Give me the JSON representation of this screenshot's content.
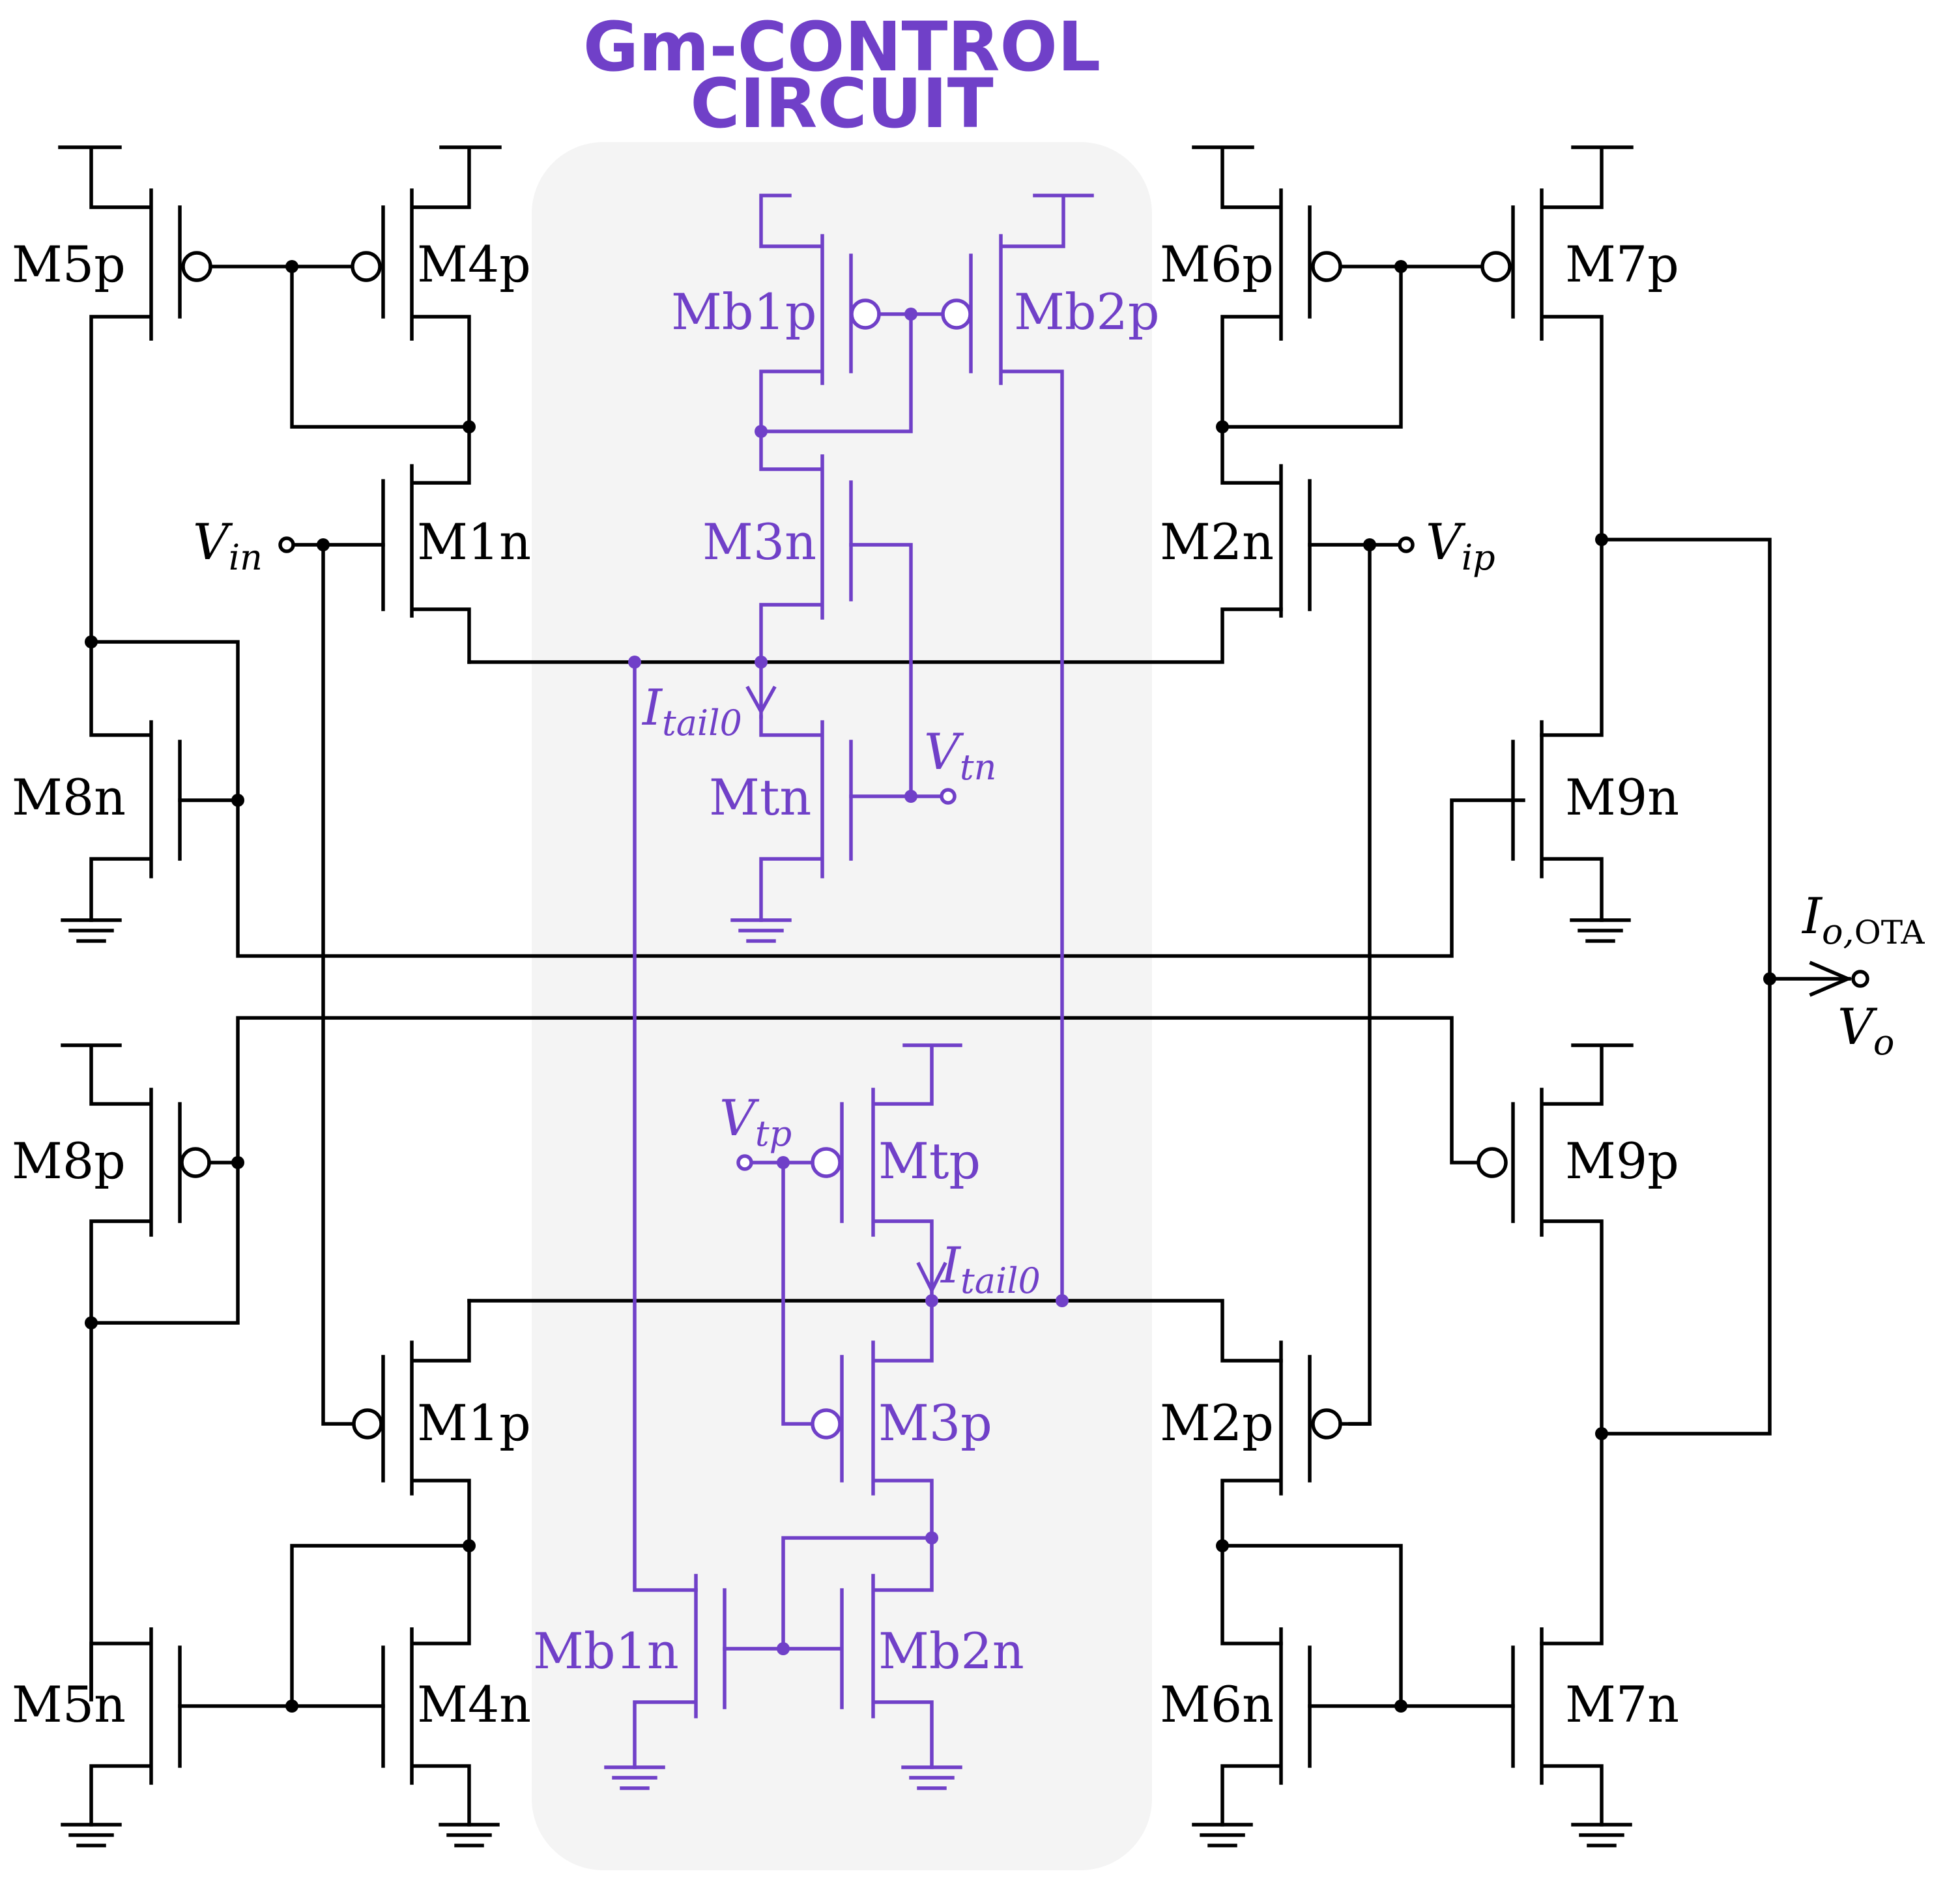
{
  "colors": {
    "wire": "#000000",
    "control": "#7040c8",
    "panel": "#f4f4f4"
  },
  "title": {
    "line1": "Gm-CONTROL",
    "line2": "CIRCUIT"
  },
  "transistors": {
    "m5p": "M5p",
    "m4p": "M4p",
    "m1n": "M1n",
    "m8n": "M8n",
    "m8p": "M8p",
    "m1p": "M1p",
    "m5n": "M5n",
    "m4n": "M4n",
    "m6p": "M6p",
    "m7p": "M7p",
    "m2n": "M2n",
    "m9n": "M9n",
    "m9p": "M9p",
    "m2p": "M2p",
    "m6n": "M6n",
    "m7n": "M7n",
    "mb1p": "Mb1p",
    "mb2p": "Mb2p",
    "m3n": "M3n",
    "mtn": "Mtn",
    "mtp": "Mtp",
    "m3p": "M3p",
    "mb1n": "Mb1n",
    "mb2n": "Mb2n"
  },
  "nodes": {
    "vin": {
      "main": "V",
      "sub": "in"
    },
    "vip": {
      "main": "V",
      "sub": "ip"
    },
    "vtn": {
      "main": "V",
      "sub": "tn"
    },
    "vtp": {
      "main": "V",
      "sub": "tp"
    },
    "vo": {
      "main": "V",
      "sub": "o"
    },
    "itail_top": {
      "main": "I",
      "sub": "tail0"
    },
    "itail_bottom": {
      "main": "I",
      "sub": "tail0"
    },
    "io_ota": {
      "main": "I",
      "sub": "o,",
      "sub2": "OTA"
    }
  }
}
